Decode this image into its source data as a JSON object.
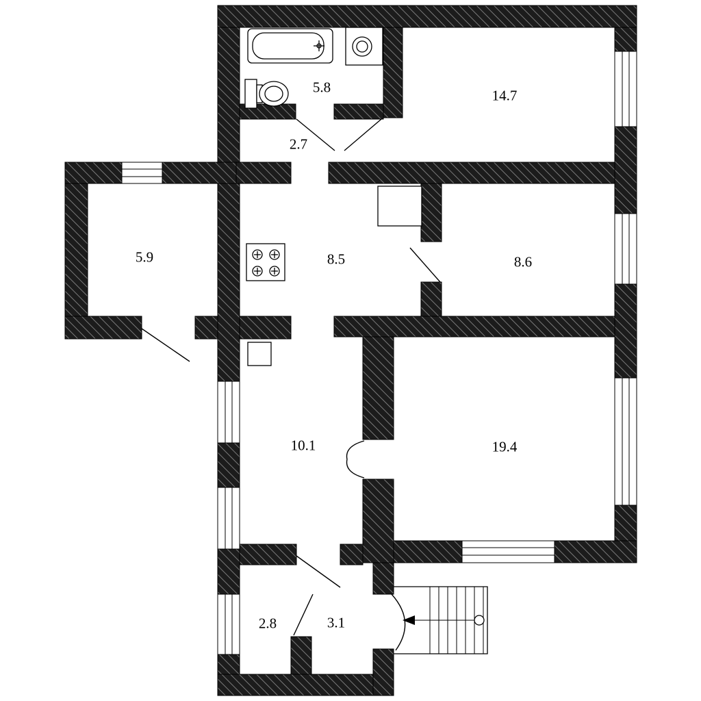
{
  "plan": {
    "type": "apartment-floor-plan",
    "rooms": [
      {
        "id": "bathroom",
        "area": "5.8"
      },
      {
        "id": "room-top-right",
        "area": "14.7"
      },
      {
        "id": "hallway-upper",
        "area": "2.7"
      },
      {
        "id": "room-left-wing",
        "area": "5.9"
      },
      {
        "id": "kitchen",
        "area": "8.5"
      },
      {
        "id": "room-middle-right",
        "area": "8.6"
      },
      {
        "id": "hallway-lower",
        "area": "10.1"
      },
      {
        "id": "room-bottom-right",
        "area": "19.4"
      },
      {
        "id": "vestibule-left",
        "area": "2.8"
      },
      {
        "id": "vestibule-right",
        "area": "3.1"
      }
    ],
    "colors": {
      "background": "#ffffff",
      "wall_fill": "#1c1c1c",
      "wall_hatch": "#7a7a7a",
      "line": "#000000"
    },
    "icons": [
      "bathtub",
      "sink",
      "toilet",
      "gas-stove",
      "vent-shaft",
      "stairs",
      "stairs-direction-arrow"
    ]
  }
}
